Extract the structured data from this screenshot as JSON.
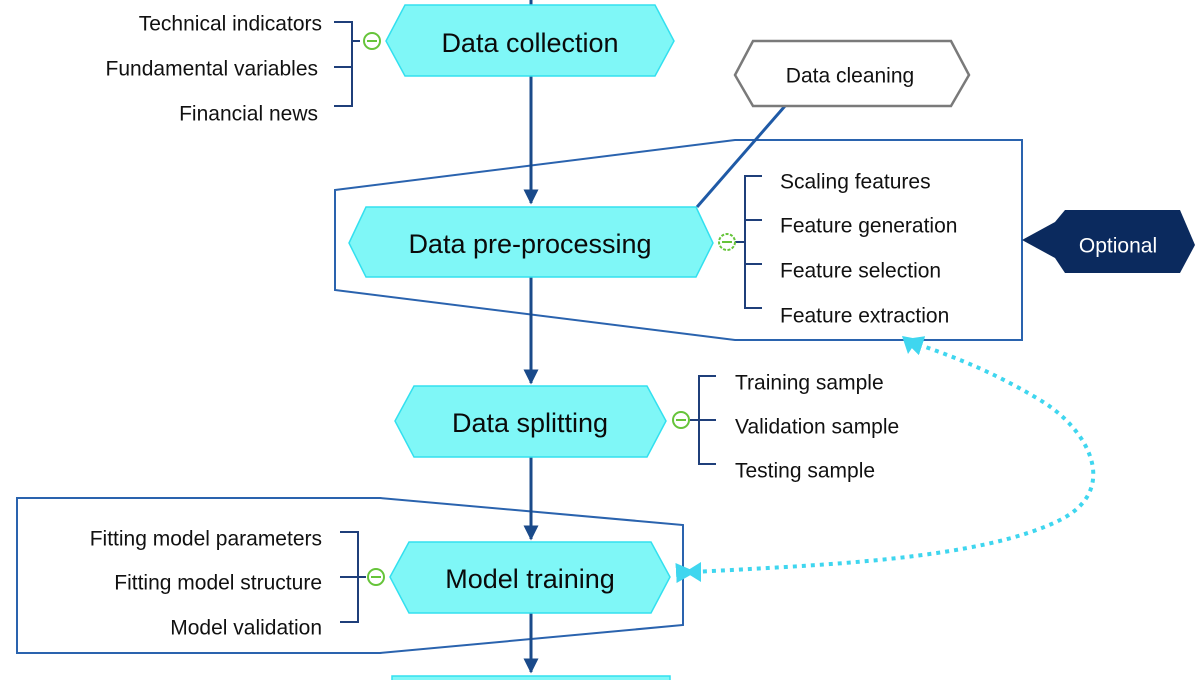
{
  "diagram": {
    "colors": {
      "process_fill": "#7ff7f7",
      "process_stroke": "#33e0ef",
      "flow_line": "#1a4a8a",
      "group_border": "#2a63ae",
      "bracket": "#1f3f7a",
      "collapse_toggle": "#66c43a",
      "note_stroke": "#7a7a7a",
      "optional_fill": "#0b2a5e",
      "feedback_arrow": "#3fd6ef"
    },
    "steps": [
      {
        "id": "data-collection",
        "label": "Data collection",
        "details_side": "left",
        "details": [
          "Technical indicators",
          "Fundamental variables",
          "Financial news"
        ]
      },
      {
        "id": "data-pre-processing",
        "label": "Data pre-processing",
        "details_side": "right",
        "details": [
          "Scaling features",
          "Feature generation",
          "Feature selection",
          "Feature extraction"
        ]
      },
      {
        "id": "data-splitting",
        "label": "Data splitting",
        "details_side": "right",
        "details": [
          "Training sample",
          "Validation sample",
          "Testing sample"
        ]
      },
      {
        "id": "model-training",
        "label": "Model training",
        "details_side": "left",
        "details": [
          "Fitting model parameters",
          "Fitting model structure",
          "Model validation"
        ]
      },
      {
        "id": "next-step",
        "label": "",
        "details_side": "none",
        "details": []
      }
    ],
    "notes": {
      "data_cleaning": "Data cleaning",
      "optional": "Optional"
    },
    "feedback_loop": {
      "from": "model-training",
      "to": "data-pre-processing",
      "style": "dotted",
      "bidirectional": true
    },
    "icons": {
      "collapse_toggle": "collapse-minus-icon"
    }
  }
}
